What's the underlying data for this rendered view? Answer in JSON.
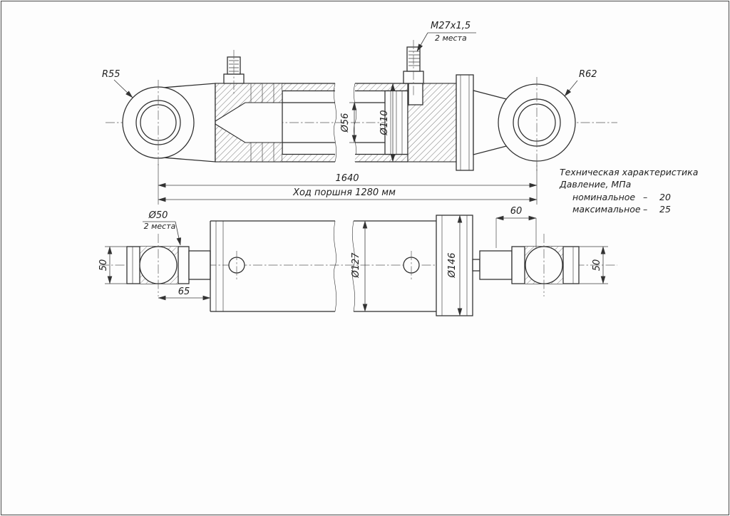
{
  "top_view": {
    "radius_left": "R55",
    "radius_right": "R62",
    "thread": "M27x1,5",
    "thread_note": "2 места",
    "rod_dia": "Ø56",
    "bore_dia": "Ø110",
    "overall_length": "1640",
    "piston_stroke": "Ход поршня 1280 мм"
  },
  "bottom_view": {
    "pin_bore_dia": "Ø50",
    "pin_bore_note": "2 места",
    "eye_width_left": "50",
    "offset_left": "65",
    "body_dia": "Ø127",
    "collar_dia": "Ø146",
    "offset_right": "60",
    "eye_width_right": "50"
  },
  "spec": {
    "title": "Техническая характеристика",
    "subtitle": "Давление, МПа",
    "nominal_label": "номинальное",
    "nominal_value": "20",
    "maximal_label": "максимальное",
    "maximal_value": "25",
    "dash": "–"
  },
  "colors": {
    "line": "#333333",
    "background": "#fdfdfd"
  }
}
